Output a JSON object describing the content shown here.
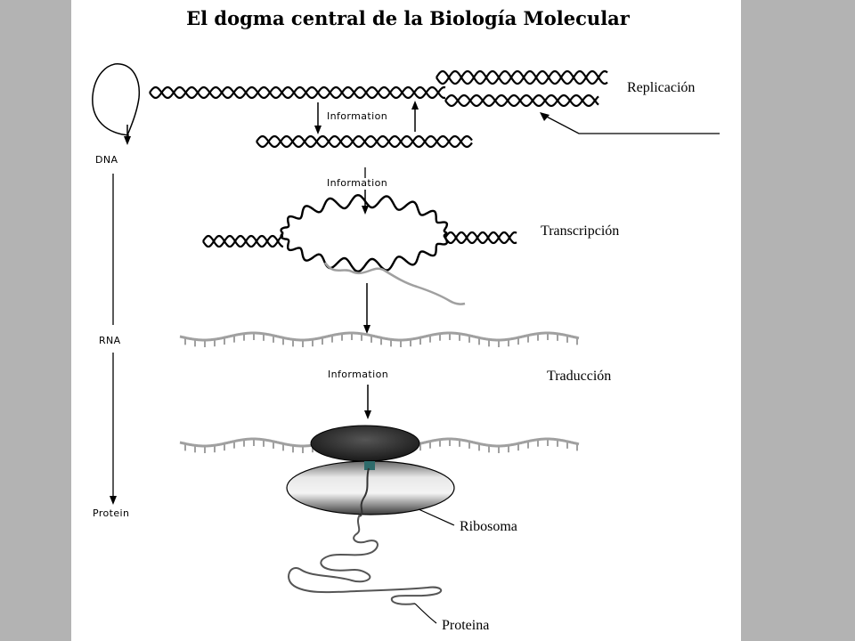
{
  "title": "El dogma central de la Biología Molecular",
  "left_flow": {
    "dna": "DNA",
    "rna": "RNA",
    "protein": "Protein"
  },
  "information_labels": [
    "Information",
    "Information",
    "Information"
  ],
  "process_labels": {
    "replicacion": "Replicación",
    "transcripcion": "Transcripción",
    "traduccion": "Traducción"
  },
  "structure_labels": {
    "ribosoma": "Ribosoma",
    "proteina": "Proteina"
  },
  "colors": {
    "page_background": "#b3b3b3",
    "slide_background": "#ffffff",
    "dna_strand": "#000000",
    "rna_strand": "#a0a0a0",
    "ribosome_dark": "#2b2b2b",
    "ribosome_light": "#d8d8d8",
    "protein_chain": "#555555"
  }
}
